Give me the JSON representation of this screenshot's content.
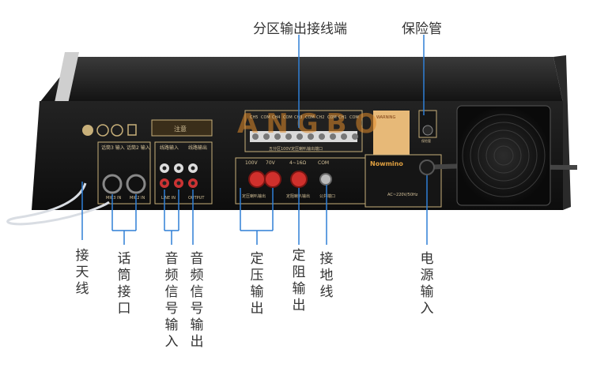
{
  "callouts_top": {
    "zone_output_terminals": "分区输出接线端",
    "fuse": "保险管"
  },
  "callouts_bottom": {
    "antenna": "接天线",
    "mic_inputs": "话筒接口",
    "audio_in": "音频信号输入",
    "audio_out": "音频信号输出",
    "constant_voltage": "定压输出",
    "constant_impedance": "定阻输出",
    "ground": "接地线",
    "power_input": "电源输入"
  },
  "panel_text": {
    "mic3": "话筒3 输入",
    "mic2": "话筒2 输入",
    "line_in_header": "线路输入",
    "line_out_header": "线路输出",
    "mic3_jack": "MIC3 IN",
    "mic2_jack": "MIC2 IN",
    "line_in": "LINE IN",
    "output": "OUTPUT",
    "caution_title": "注意",
    "warning": "WARNING",
    "terminals": [
      "CH5",
      "COM",
      "CH4",
      "COM",
      "CH3",
      "COM",
      "CH2",
      "COM",
      "CH1",
      "COM"
    ],
    "speaker_tag": "五分区100V定压喇叭输出端口",
    "v100": "100V",
    "v70": "70V",
    "ohm": "4~16Ω",
    "com": "COM",
    "cv_tag": "定压喇叭输出",
    "ci_tag": "定阻喇叭输出",
    "gnd_tag": "公共端口",
    "brand": "Nowmino",
    "fuse_tag": "保险管",
    "power_tag": "AC~220V/50Hz"
  },
  "watermark": "ANGBO",
  "colors": {
    "callout_line": "#2f7fd6",
    "label_text": "#333333",
    "chassis": "#1b1b1b",
    "terminal_red": "#d0302c",
    "watermark": "#e08a2a"
  }
}
